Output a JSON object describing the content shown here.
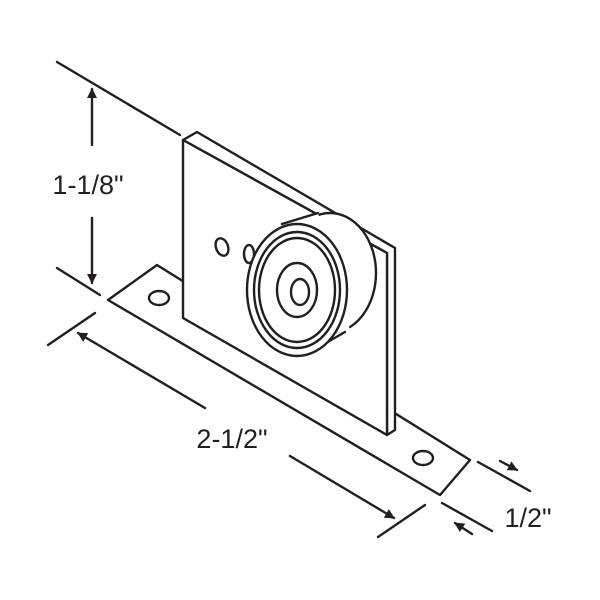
{
  "title": "Roller bracket dimension drawing",
  "dimensions": {
    "height": "1-1/8\"",
    "length": "2-1/2\"",
    "width": "1/2\""
  },
  "colors": {
    "line": "#231f20",
    "background": "#ffffff"
  }
}
